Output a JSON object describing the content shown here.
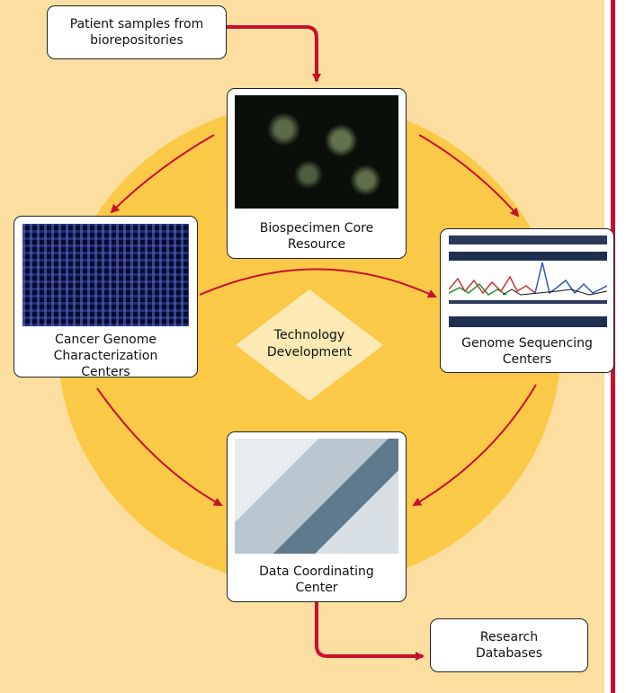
{
  "nodes": {
    "patient_samples": "Patient samples from\nbiorepositories",
    "biospecimen": "Biospecimen Core\nResource",
    "characterization": "Cancer Genome\nCharacterization\nCenters",
    "sequencing": "Genome Sequencing\nCenters",
    "data_coordinating": "Data Coordinating\nCenter",
    "research_db": "Research\nDatabases",
    "technology": "Technology\nDevelopment"
  },
  "colors": {
    "background": "#fcdea0",
    "ring": "#fbc948",
    "arrow": "#c8102e",
    "diamond": "#fde9b4"
  }
}
